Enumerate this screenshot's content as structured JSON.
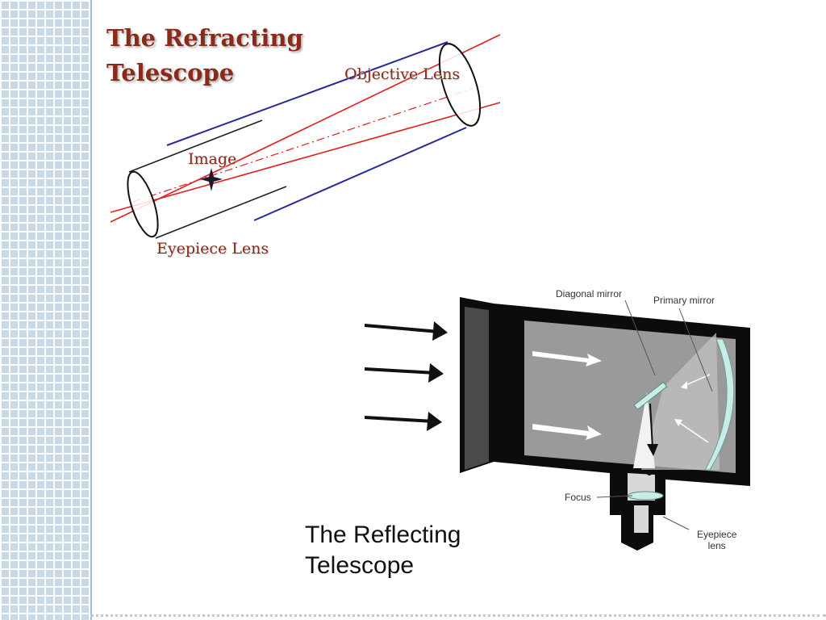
{
  "refracting": {
    "title_line1": "The Refracting",
    "title_line2": "Telescope",
    "labels": {
      "objective": "Objective Lens",
      "image": "Image",
      "eyepiece": "Eyepiece Lens"
    }
  },
  "reflecting": {
    "labels": {
      "diagonal_mirror": "Diagonal mirror",
      "primary_mirror": "Primary mirror",
      "focus": "Focus",
      "eyepiece_line1": "Eyepiece",
      "eyepiece_line2": "lens"
    },
    "caption_line1": "The Reflecting",
    "caption_line2": "Telescope"
  },
  "colors": {
    "title_color": "#8a2a1a",
    "ray_red": "#e02020",
    "tube_blue": "#2a2a9a",
    "sidebar_blue": "#c9d9e6"
  }
}
